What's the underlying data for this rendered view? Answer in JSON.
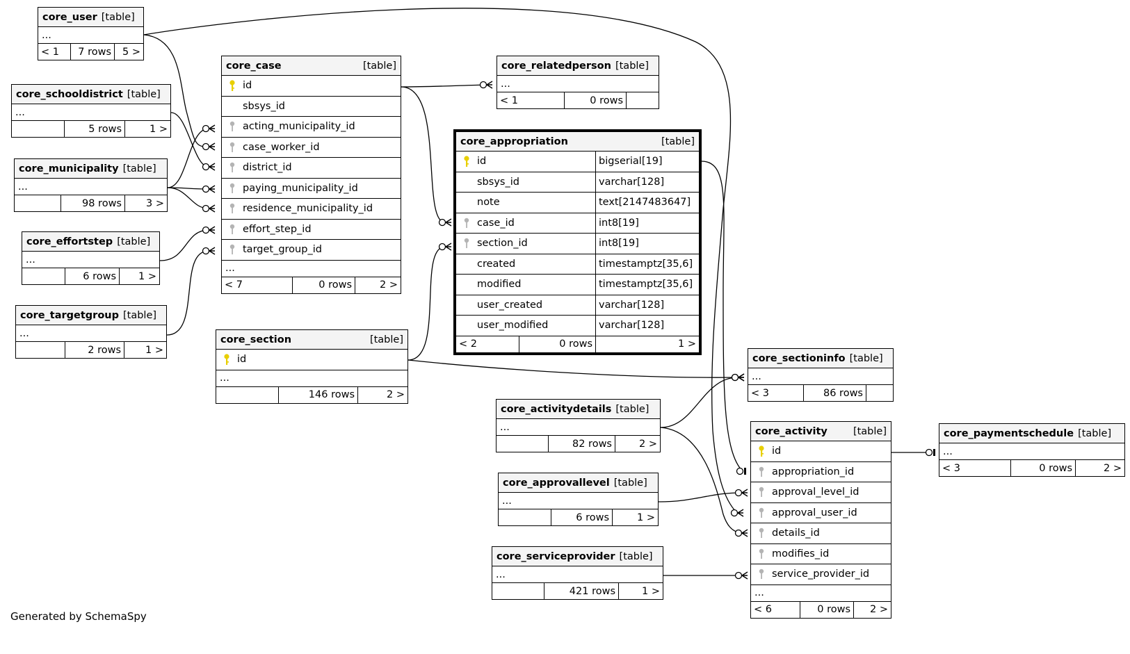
{
  "footer": "Generated by SchemaSpy",
  "table_type": "[table]",
  "colors": {
    "pk_key": "#e8cf00",
    "fk_key": "#b4b4b4",
    "header_bg": "#f4f4f4"
  },
  "tables": {
    "core_user": {
      "name": "core_user",
      "ellipsis": "...",
      "left": "< 1",
      "rows": "7 rows",
      "right": "5 >"
    },
    "core_schooldistrict": {
      "name": "core_schooldistrict",
      "ellipsis": "...",
      "left": "",
      "rows": "5 rows",
      "right": "1 >"
    },
    "core_municipality": {
      "name": "core_municipality",
      "ellipsis": "...",
      "left": "",
      "rows": "98 rows",
      "right": "3 >"
    },
    "core_effortstep": {
      "name": "core_effortstep",
      "ellipsis": "...",
      "left": "",
      "rows": "6 rows",
      "right": "1 >"
    },
    "core_targetgroup": {
      "name": "core_targetgroup",
      "ellipsis": "...",
      "left": "",
      "rows": "2 rows",
      "right": "1 >"
    },
    "core_case": {
      "name": "core_case",
      "fields": [
        {
          "name": "id",
          "key": "pk"
        },
        {
          "name": "sbsys_id",
          "key": ""
        },
        {
          "name": "acting_municipality_id",
          "key": "fk"
        },
        {
          "name": "case_worker_id",
          "key": "fk"
        },
        {
          "name": "district_id",
          "key": "fk"
        },
        {
          "name": "paying_municipality_id",
          "key": "fk"
        },
        {
          "name": "residence_municipality_id",
          "key": "fk"
        },
        {
          "name": "effort_step_id",
          "key": "fk"
        },
        {
          "name": "target_group_id",
          "key": "fk"
        }
      ],
      "ellipsis": "...",
      "left": "< 7",
      "rows": "0 rows",
      "right": "2 >"
    },
    "core_section": {
      "name": "core_section",
      "fields": [
        {
          "name": "id",
          "key": "pk"
        }
      ],
      "ellipsis": "...",
      "left": "",
      "rows": "146 rows",
      "right": "2 >"
    },
    "core_relatedperson": {
      "name": "core_relatedperson",
      "ellipsis": "...",
      "left": "< 1",
      "rows": "0 rows",
      "right": ""
    },
    "core_appropriation": {
      "name": "core_appropriation",
      "fields": [
        {
          "name": "id",
          "key": "pk",
          "type": "bigserial[19]"
        },
        {
          "name": "sbsys_id",
          "key": "",
          "type": "varchar[128]"
        },
        {
          "name": "note",
          "key": "",
          "type": "text[2147483647]"
        },
        {
          "name": "case_id",
          "key": "fk",
          "type": "int8[19]"
        },
        {
          "name": "section_id",
          "key": "fk",
          "type": "int8[19]"
        },
        {
          "name": "created",
          "key": "",
          "type": "timestamptz[35,6]"
        },
        {
          "name": "modified",
          "key": "",
          "type": "timestamptz[35,6]"
        },
        {
          "name": "user_created",
          "key": "",
          "type": "varchar[128]"
        },
        {
          "name": "user_modified",
          "key": "",
          "type": "varchar[128]"
        }
      ],
      "left": "< 2",
      "rows": "0 rows",
      "right": "1 >"
    },
    "core_sectioninfo": {
      "name": "core_sectioninfo",
      "ellipsis": "...",
      "left": "< 3",
      "rows": "86 rows",
      "right": ""
    },
    "core_activitydetails": {
      "name": "core_activitydetails",
      "ellipsis": "...",
      "left": "",
      "rows": "82 rows",
      "right": "2 >"
    },
    "core_approvallevel": {
      "name": "core_approvallevel",
      "ellipsis": "...",
      "left": "",
      "rows": "6 rows",
      "right": "1 >"
    },
    "core_serviceprovider": {
      "name": "core_serviceprovider",
      "ellipsis": "...",
      "left": "",
      "rows": "421 rows",
      "right": "1 >"
    },
    "core_activity": {
      "name": "core_activity",
      "fields": [
        {
          "name": "id",
          "key": "pk"
        },
        {
          "name": "appropriation_id",
          "key": "fk"
        },
        {
          "name": "approval_level_id",
          "key": "fk"
        },
        {
          "name": "approval_user_id",
          "key": "fk"
        },
        {
          "name": "details_id",
          "key": "fk"
        },
        {
          "name": "modifies_id",
          "key": "fk"
        },
        {
          "name": "service_provider_id",
          "key": "fk"
        }
      ],
      "ellipsis": "...",
      "left": "< 6",
      "rows": "0 rows",
      "right": "2 >"
    },
    "core_paymentschedule": {
      "name": "core_paymentschedule",
      "ellipsis": "...",
      "left": "< 3",
      "rows": "0 rows",
      "right": "2 >"
    }
  },
  "relationships": [
    {
      "from": "core_user",
      "to": "core_case",
      "to_field": "case_worker_id",
      "kind": "many"
    },
    {
      "from": "core_user",
      "to": "core_activity",
      "to_field": "approval_user_id",
      "kind": "many"
    },
    {
      "from": "core_schooldistrict",
      "to": "core_case",
      "to_field": "district_id",
      "kind": "many"
    },
    {
      "from": "core_municipality",
      "to": "core_case",
      "to_field": "acting_municipality_id",
      "kind": "many"
    },
    {
      "from": "core_municipality",
      "to": "core_case",
      "to_field": "paying_municipality_id",
      "kind": "many"
    },
    {
      "from": "core_municipality",
      "to": "core_case",
      "to_field": "residence_municipality_id",
      "kind": "many"
    },
    {
      "from": "core_effortstep",
      "to": "core_case",
      "to_field": "effort_step_id",
      "kind": "many"
    },
    {
      "from": "core_targetgroup",
      "to": "core_case",
      "to_field": "target_group_id",
      "kind": "many"
    },
    {
      "from": "core_case",
      "to": "core_relatedperson",
      "kind": "many"
    },
    {
      "from": "core_case",
      "to": "core_appropriation",
      "to_field": "case_id",
      "kind": "many"
    },
    {
      "from": "core_section",
      "to": "core_appropriation",
      "to_field": "section_id",
      "kind": "many"
    },
    {
      "from": "core_section",
      "to": "core_sectioninfo",
      "kind": "many"
    },
    {
      "from": "core_activitydetails",
      "to": "core_sectioninfo",
      "kind": "many"
    },
    {
      "from": "core_activitydetails",
      "to": "core_activity",
      "to_field": "details_id",
      "kind": "many"
    },
    {
      "from": "core_appropriation",
      "to": "core_activity",
      "to_field": "appropriation_id",
      "kind": "one"
    },
    {
      "from": "core_approvallevel",
      "to": "core_activity",
      "to_field": "approval_level_id",
      "kind": "many"
    },
    {
      "from": "core_serviceprovider",
      "to": "core_activity",
      "to_field": "service_provider_id",
      "kind": "many"
    },
    {
      "from": "core_activity",
      "to": "core_paymentschedule",
      "kind": "one"
    }
  ]
}
